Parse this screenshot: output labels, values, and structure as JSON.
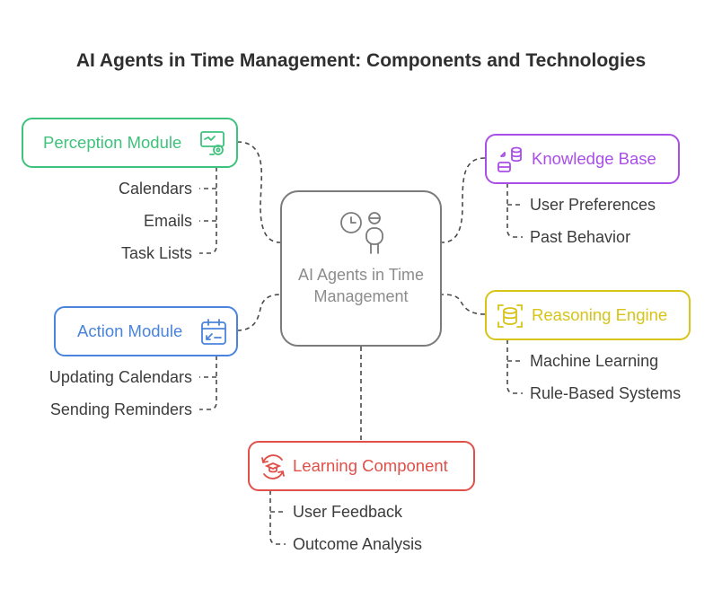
{
  "title": "AI Agents in Time Management: Components and Technologies",
  "center": {
    "label": "AI Agents in Time Management",
    "icon": "clock-person-icon"
  },
  "nodes": {
    "perception": {
      "label": "Perception Module",
      "icon": "monitor-gear-icon",
      "color": "#3ec27c",
      "items": [
        "Calendars",
        "Emails",
        "Task Lists"
      ]
    },
    "knowledge": {
      "label": "Knowledge Base",
      "icon": "database-transfer-icon",
      "color": "#a94ee6",
      "items": [
        "User Preferences",
        "Past Behavior"
      ]
    },
    "action": {
      "label": "Action Module",
      "icon": "calendar-icon",
      "color": "#4a84dc",
      "items": [
        "Updating Calendars",
        "Sending Reminders"
      ]
    },
    "reasoning": {
      "label": "Reasoning Engine",
      "icon": "database-scan-icon",
      "color": "#d6c418",
      "items": [
        "Machine Learning",
        "Rule-Based Systems"
      ]
    },
    "learning": {
      "label": "Learning Component",
      "icon": "graduation-cycle-icon",
      "color": "#e0504a",
      "items": [
        "User Feedback",
        "Outcome Analysis"
      ]
    }
  }
}
